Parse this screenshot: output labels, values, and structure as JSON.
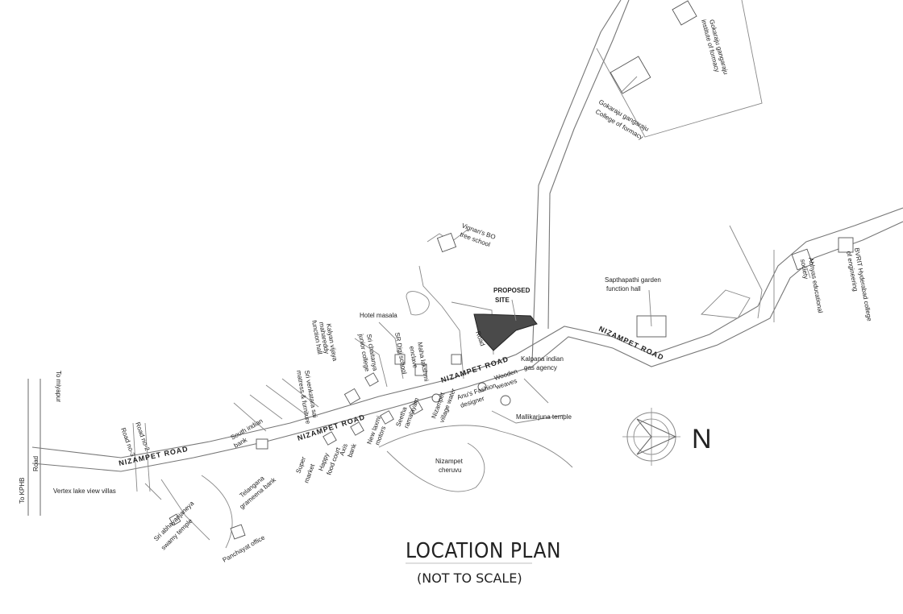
{
  "title": "LOCATION PLAN",
  "subtitle": "(NOT TO SCALE)",
  "north_label": "N",
  "proposed_site": {
    "label_line1": "PROPOSED",
    "label_line2": "SITE",
    "fill": "#4a4a4a"
  },
  "roads": {
    "nizampet_1": "NIZAMPET    ROAD",
    "nizampet_2": "NIZAMPET    ROAD",
    "nizampet_3": "NIZAMPET    ROAD",
    "nizampet_4": "NIZAMPET    ROAD",
    "road_left": "Road",
    "to_miyapur": "To miyapur",
    "to_kphb": "To KPHB",
    "road_no2": "Road no-2",
    "road_no3": "Road no-3",
    "site_road": "Road"
  },
  "landmarks": {
    "gokaraju_institute_1": "Gokaraju gangaraju",
    "gokaraju_institute_2": "institute of formacy",
    "gokaraju_college_1": "Gokaraju gangaraju",
    "gokaraju_college_2": "College of formacy",
    "vignan_1": "Vignan's BO",
    "vignan_2": "tree school",
    "sapthapathi_1": "Sapthapathi garden",
    "sapthapathi_2": "function hall",
    "abhyas_1": "Abhyas educational",
    "abhyas_2": "society",
    "bvrit_1": "BVRIT Hyderabad college",
    "bvrit_2": "of engineering",
    "hotel_masala": "Hotel masala",
    "sri_chaitanya_1": "Sri chaitanya",
    "sri_chaitanya_2": "junior college",
    "sr_digi_school": "SR Digi school",
    "kalyan_1": "Kalyan vijaya",
    "kalyan_2": "mahareddy",
    "kalyan_3": "function hall",
    "maha_lakshmi_1": "Maha lakshmi",
    "maha_lakshmi_2": "enclave",
    "sri_venkatara_1": "Sri venkatara sai",
    "sri_venkatara_2": "matress & furniture",
    "kalpana_1": "Kalpana indian",
    "kalpana_2": "gas agency",
    "anus_1": "Anu's Fashion",
    "anus_2": "designer",
    "wooden_1": "Wooden",
    "wooden_2": "weaves",
    "seetha_1": "Seetha",
    "seetha_2": "ramalayam",
    "nizampet_water_1": "Nizampet",
    "nizampet_water_2": "village water",
    "new_laxmi_1": "New laxmi",
    "new_laxmi_2": "motors",
    "mallikarjuna": "Mallikarjuna temple",
    "south_indian_1": "South indian",
    "south_indian_2": "bank",
    "axis_1": "Axis",
    "axis_2": "bank",
    "happy_1": "Happy",
    "happy_2": "food court",
    "super_1": "Super",
    "super_2": "market",
    "telangana_1": "Telangana",
    "telangana_2": "grameena bank",
    "nizampet_cheruvu_1": "Nizampet",
    "nizampet_cheruvu_2": "cheruvu",
    "vertex": "Vertex lake view villas",
    "sri_abhaya_1": "Sri abhayanjaneya",
    "sri_abhaya_2": "swamy temple",
    "panchayat": "Panchayat office"
  }
}
